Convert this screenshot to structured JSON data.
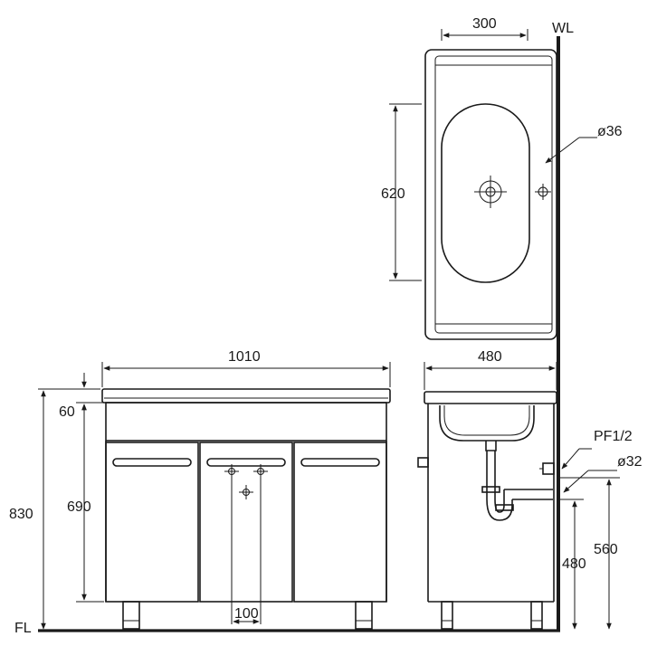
{
  "labels": {
    "wall": "WL",
    "floor": "FL",
    "top_sink_width": "300",
    "top_sink_length": "620",
    "drain_diameter": "ø36",
    "cabinet_width": "1010",
    "side_depth": "480",
    "counter_thickness": "60",
    "total_height": "830",
    "cabinet_body_height": "690",
    "faucet_spacing": "100",
    "supply_fitting": "PF1/2",
    "trap_diameter": "ø32",
    "supply_height": "560",
    "drain_height": "480"
  }
}
